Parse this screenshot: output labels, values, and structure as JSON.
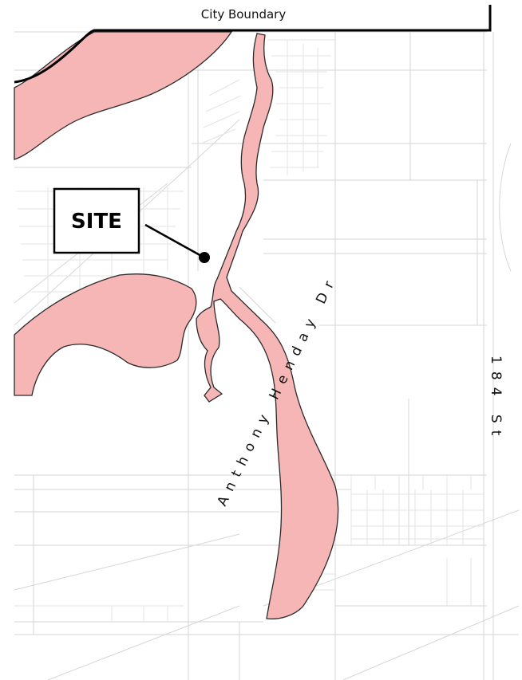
{
  "labels": {
    "city_boundary": "City Boundary",
    "site": "SITE",
    "road_henday": "Anthony Henday Dr",
    "road_184": "184 St"
  },
  "colors": {
    "zone_fill": "#f6b6b6",
    "zone_stroke": "#2a2a2a",
    "boundary": "#000000",
    "road": "#d6d6d6"
  }
}
